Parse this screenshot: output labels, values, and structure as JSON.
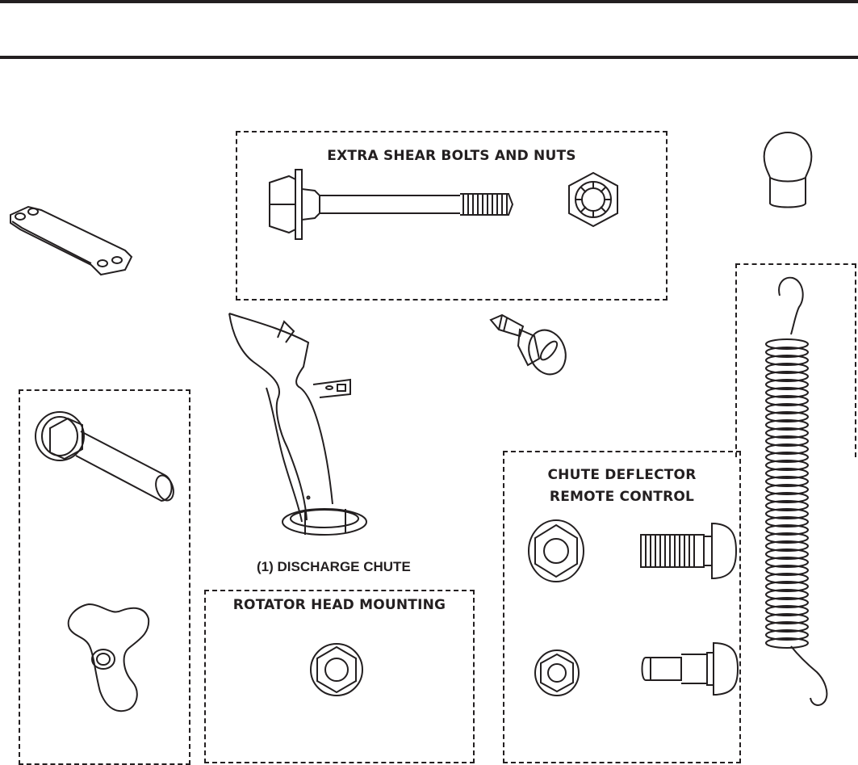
{
  "groups": {
    "shear_bolts": {
      "title": "EXTRA SHEAR BOLTS AND NUTS"
    },
    "rotator_head": {
      "title": "ROTATOR HEAD MOUNTING"
    },
    "chute_deflector": {
      "title": "CHUTE DEFLECTOR\nREMOTE CONTROL"
    }
  },
  "captions": {
    "discharge_chute": "(1) DISCHARGE CHUTE"
  },
  "colors": {
    "line": "#231f20",
    "background": "#ffffff"
  }
}
